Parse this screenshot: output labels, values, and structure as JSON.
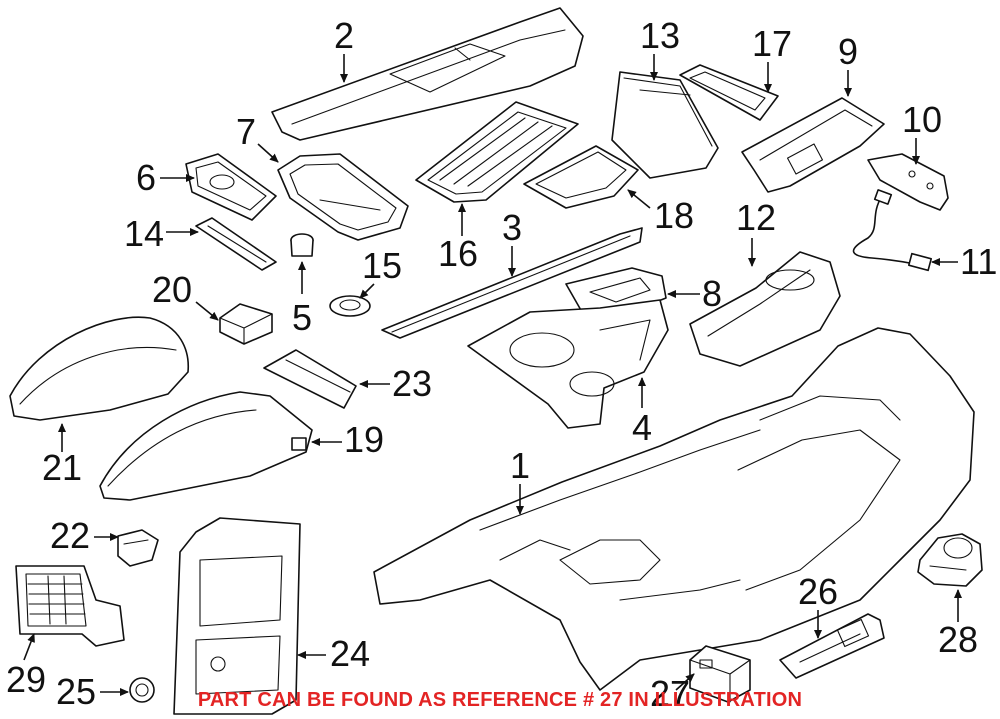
{
  "callouts": {
    "c1": "1",
    "c2": "2",
    "c3": "3",
    "c4": "4",
    "c5": "5",
    "c6": "6",
    "c7": "7",
    "c8": "8",
    "c9": "9",
    "c10": "10",
    "c11": "11",
    "c12": "12",
    "c13": "13",
    "c14": "14",
    "c15": "15",
    "c16": "16",
    "c17": "17",
    "c18": "18",
    "c19": "19",
    "c20": "20",
    "c21": "21",
    "c22": "22",
    "c23": "23",
    "c24": "24",
    "c25": "25",
    "c26": "26",
    "c27": "27",
    "c28": "28",
    "c29": "29"
  },
  "footer_note": "PART CAN BE FOUND AS REFERENCE # 27 IN ILLUSTRATION",
  "colors": {
    "line": "#111111",
    "footer": "#e32424",
    "background": "#ffffff"
  }
}
